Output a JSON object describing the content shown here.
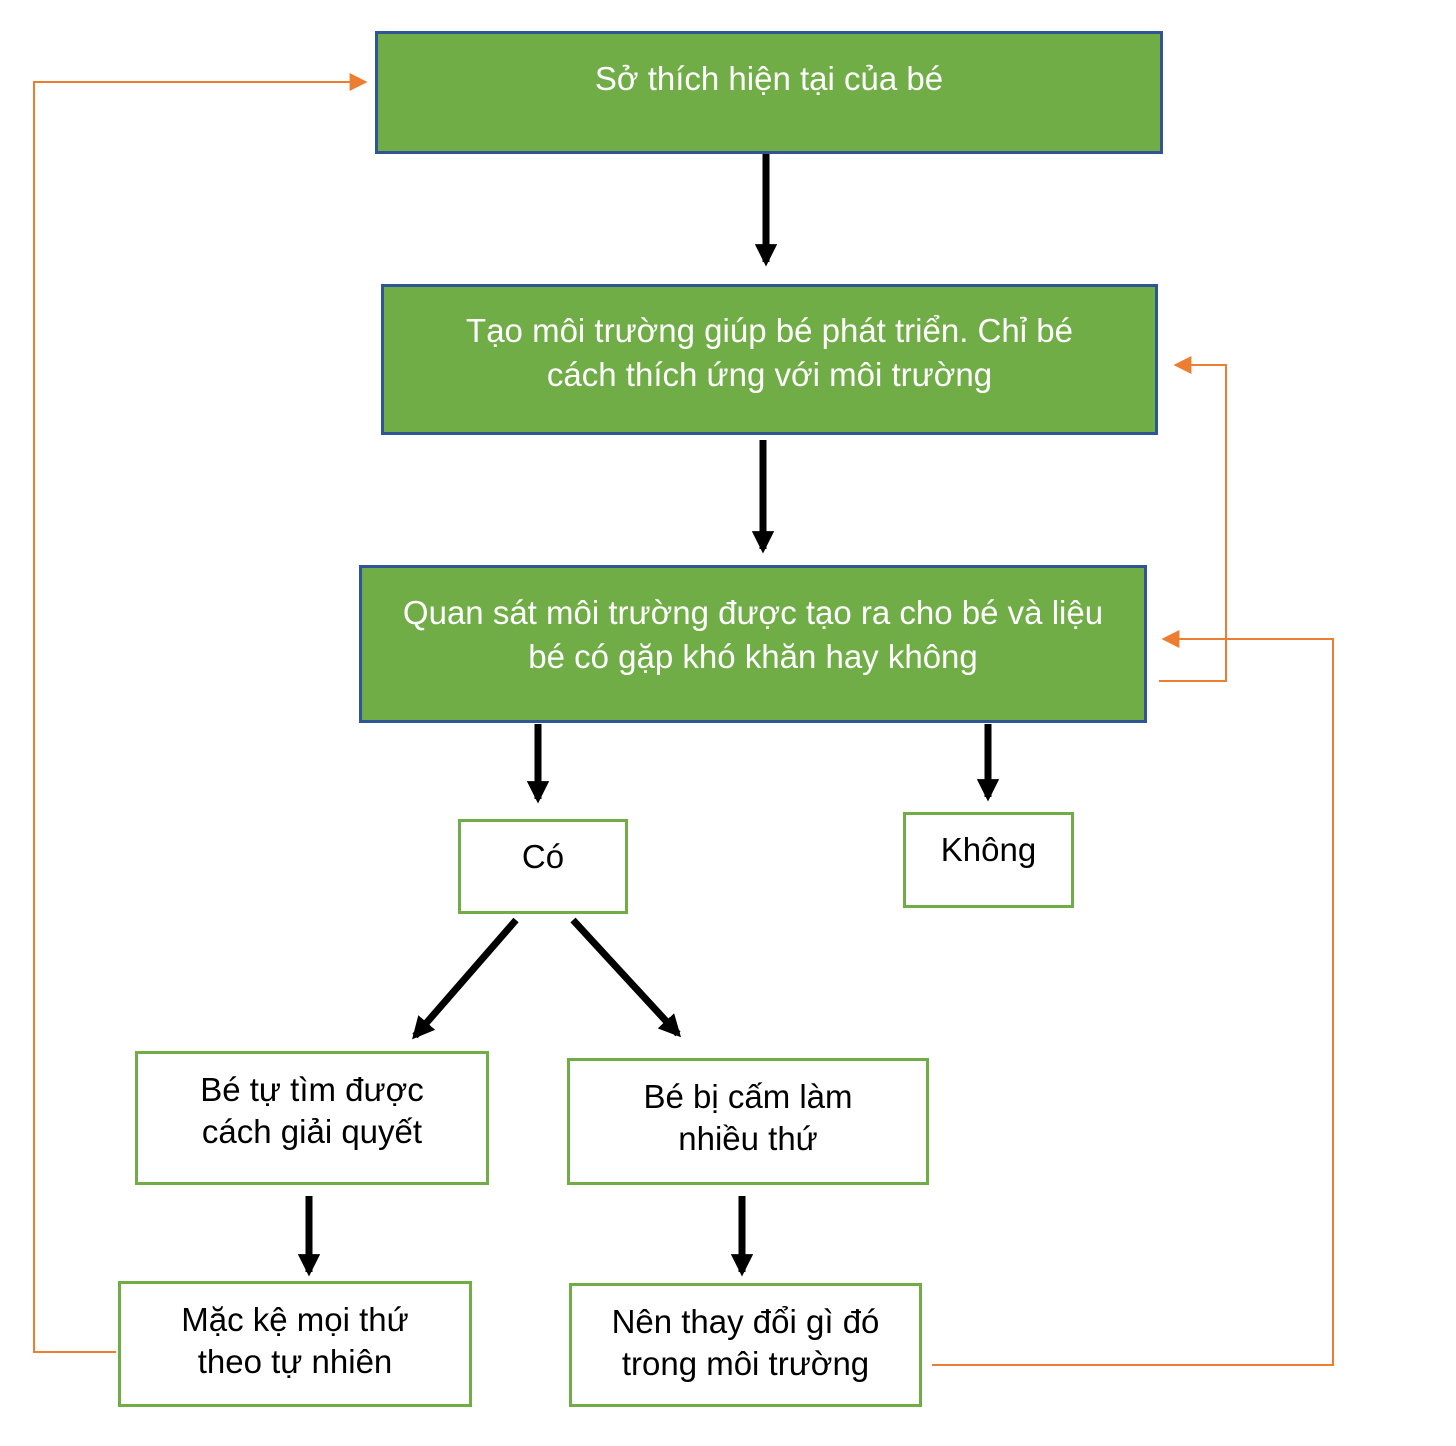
{
  "nodes": {
    "interest": "Sở thích hiện tại của bé",
    "create_env": "Tạo môi trường giúp bé phát triển. Chỉ bé cách thích ứng với môi trường",
    "observe": "Quan sát môi trường được tạo ra cho bé và liệu bé có gặp khó khăn hay không",
    "yes": "Có",
    "no": "Không",
    "self_solve": "Bé tự tìm được cách giải quyết",
    "forbidden": "Bé bị cấm làm nhiều thứ",
    "let_nature": "Mặc kệ mọi thứ theo tự nhiên",
    "change_env": "Nên thay đổi gì đó trong môi trường"
  },
  "colors": {
    "primary_fill": "#70ad47",
    "primary_border": "#2f5597",
    "outline_border": "#70ad47",
    "flow_arrow": "#000000",
    "feedback_arrow": "#ed7d31"
  }
}
